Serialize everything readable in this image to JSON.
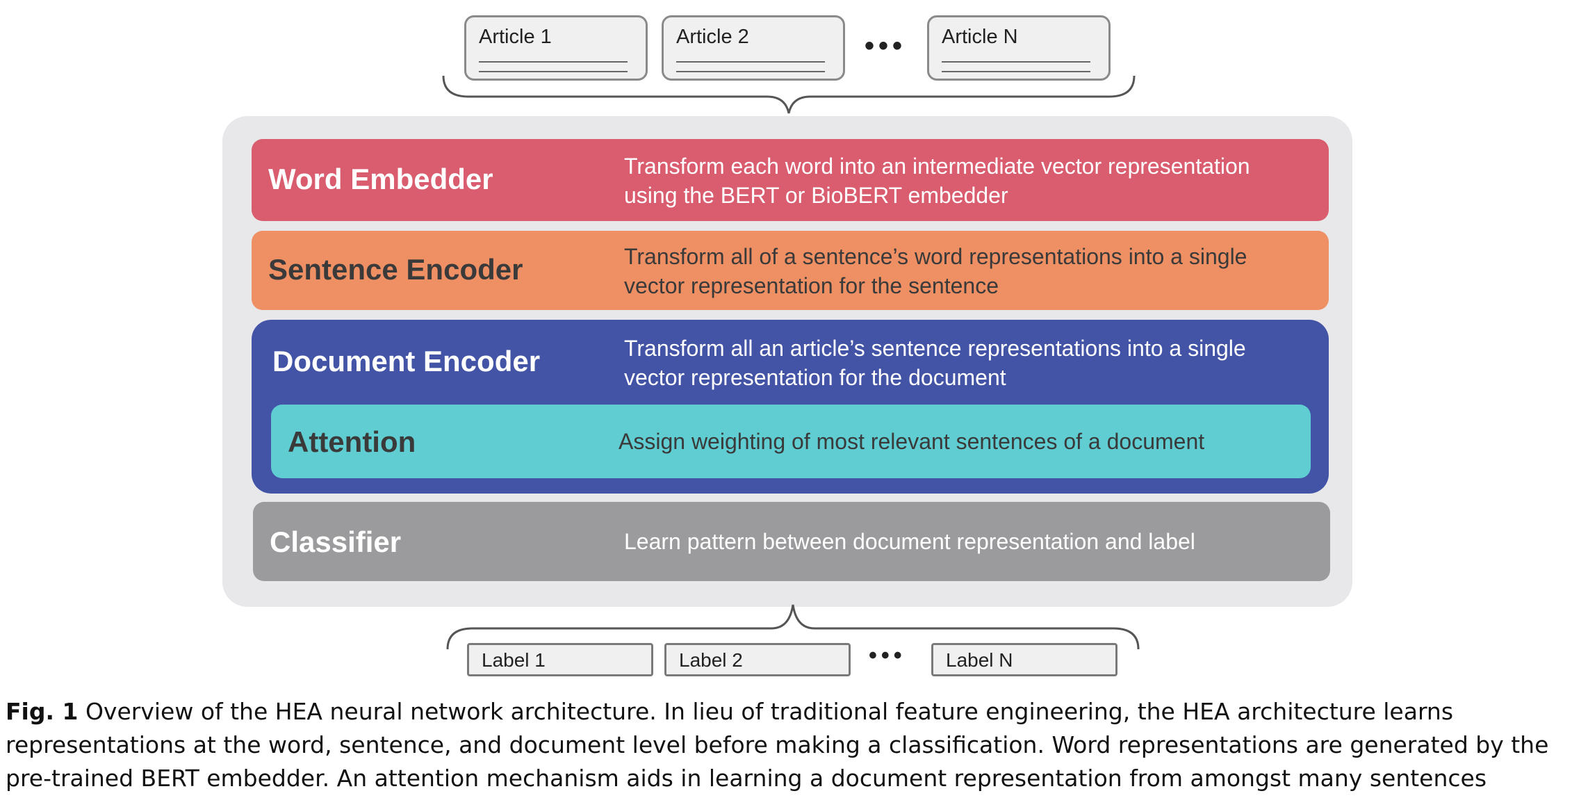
{
  "articles": [
    "Article 1",
    "Article 2",
    "Article N"
  ],
  "ellipsis": "•••",
  "layers": {
    "word_embedder": {
      "name": "Word Embedder",
      "desc1": "Transform each word into an intermediate vector representation",
      "desc2": "using the BERT or BioBERT embedder",
      "color": "#d95d6e"
    },
    "sentence_encoder": {
      "name": "Sentence Encoder",
      "desc1": "Transform all of a sentence’s word representations into a single",
      "desc2": "vector representation for the sentence",
      "color": "#ee8f64"
    },
    "document_encoder": {
      "name": "Document Encoder",
      "desc1": "Transform all an article’s sentence representations into a single",
      "desc2": "vector representation for the document",
      "color": "#4354a6"
    },
    "attention": {
      "name": "Attention",
      "desc": "Assign weighting of most relevant sentences of a document",
      "color": "#5fcdd2"
    },
    "classifier": {
      "name": "Classifier",
      "desc": "Learn pattern between document representation and label",
      "color": "#9b9b9d"
    }
  },
  "labels": [
    "Label 1",
    "Label 2",
    "Label N"
  ],
  "caption": {
    "fig_label": "Fig. 1",
    "text": " Overview of the HEA neural network architecture. In lieu of traditional feature engineering, the HEA architecture learns representations at the word, sentence, and document level before making a classification. Word representations are generated by the pre-trained BERT embedder. An attention mechanism aids in learning a document representation from amongst many sentences"
  }
}
